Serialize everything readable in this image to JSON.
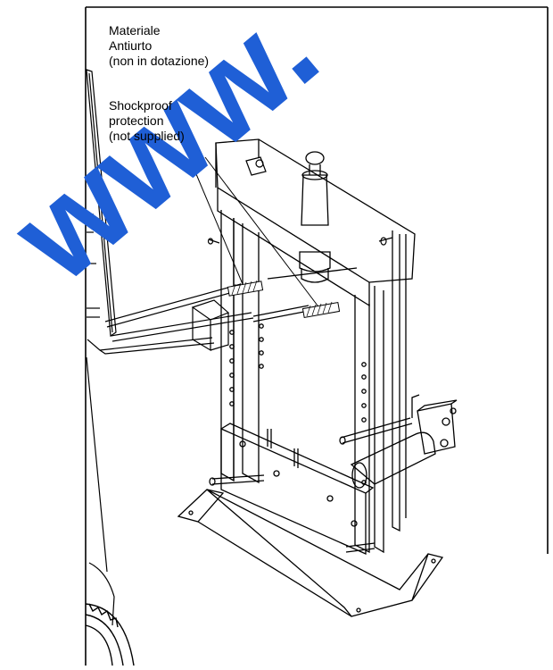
{
  "labels": {
    "italian": {
      "line1": "Materiale",
      "line2": "Antiurto",
      "line3": "(non in dotazione)"
    },
    "english": {
      "line1": "Shockproof",
      "line2": "protection",
      "line3": "(not supplied)"
    }
  },
  "watermark": {
    "text": "www.",
    "color": "#1f5fd6"
  }
}
